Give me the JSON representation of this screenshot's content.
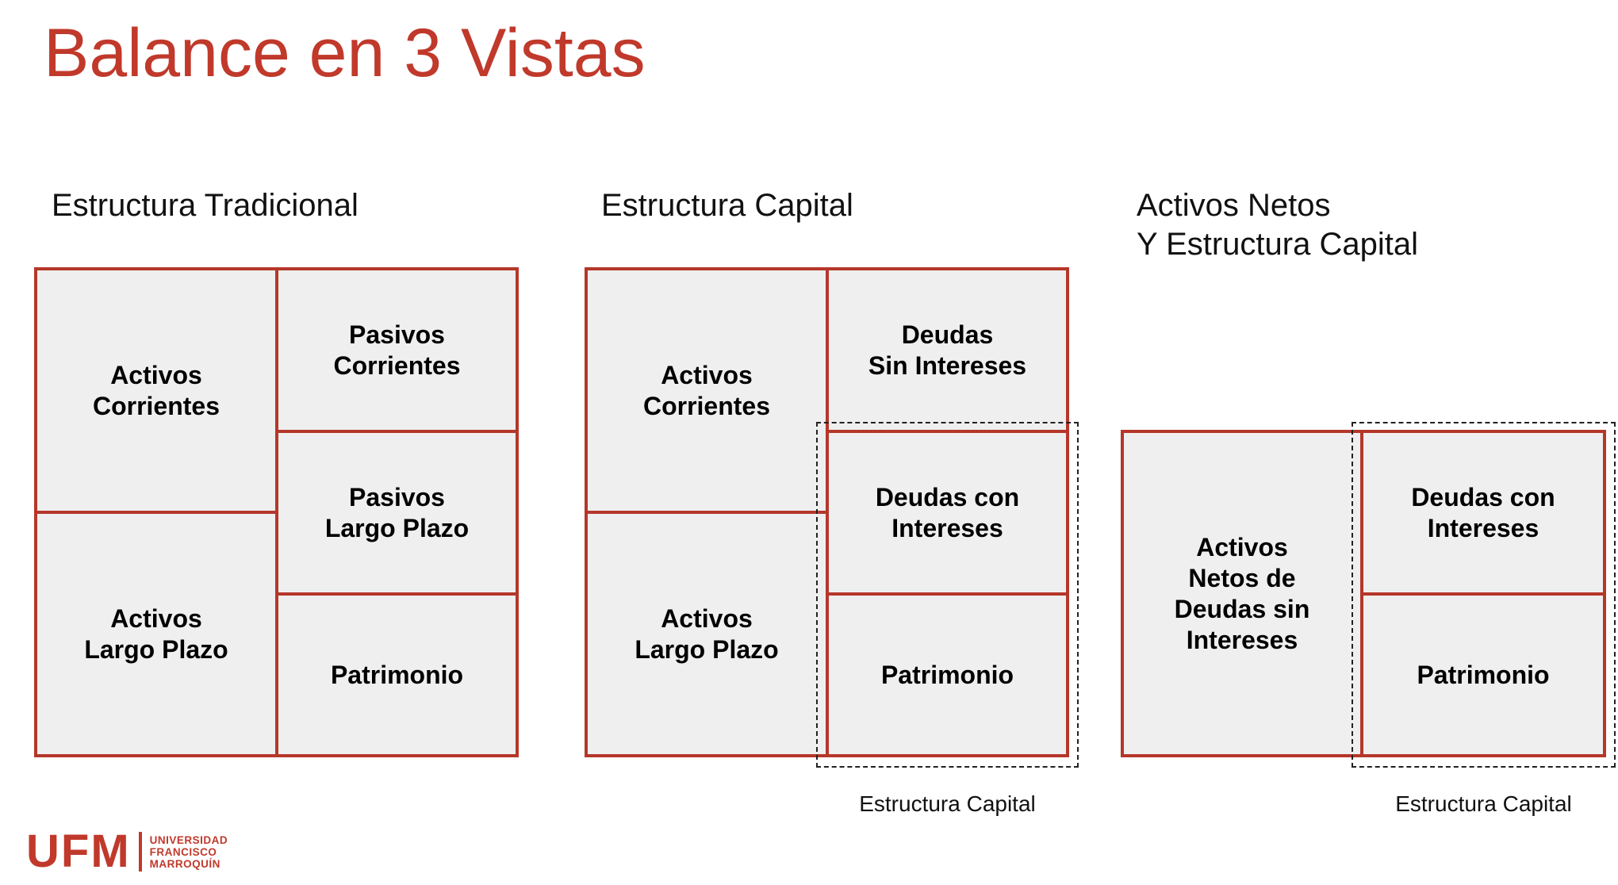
{
  "title": "Balance en 3 Vistas",
  "colors": {
    "accent": "#c0392b",
    "box_fill": "#efefef",
    "box_border": "#b5372a"
  },
  "views": [
    {
      "heading": "Estructura Tradicional",
      "boxes": {
        "activos_corrientes": "Activos\nCorrientes",
        "activos_largo_plazo": "Activos\nLargo Plazo",
        "pasivos_corrientes": "Pasivos\nCorrientes",
        "pasivos_largo_plazo": "Pasivos\nLargo Plazo",
        "patrimonio": "Patrimonio"
      }
    },
    {
      "heading": "Estructura Capital",
      "boxes": {
        "activos_corrientes": "Activos\nCorrientes",
        "activos_largo_plazo": "Activos\nLargo Plazo",
        "deudas_sin_intereses": "Deudas\nSin Intereses",
        "deudas_con_intereses": "Deudas con\nIntereses",
        "patrimonio": "Patrimonio"
      },
      "group_caption": "Estructura Capital"
    },
    {
      "heading_line1": "Activos Netos",
      "heading_line2": "Y Estructura Capital",
      "boxes": {
        "activos_netos": "Activos\nNetos de\nDeudas sin\nIntereses",
        "deudas_con_intereses": "Deudas con\nIntereses",
        "patrimonio": "Patrimonio"
      },
      "group_caption": "Estructura Capital"
    }
  ],
  "logo": {
    "mark": "UFM",
    "line1": "UNIVERSIDAD",
    "line2": "FRANCISCO",
    "line3": "MARROQUÍN"
  }
}
